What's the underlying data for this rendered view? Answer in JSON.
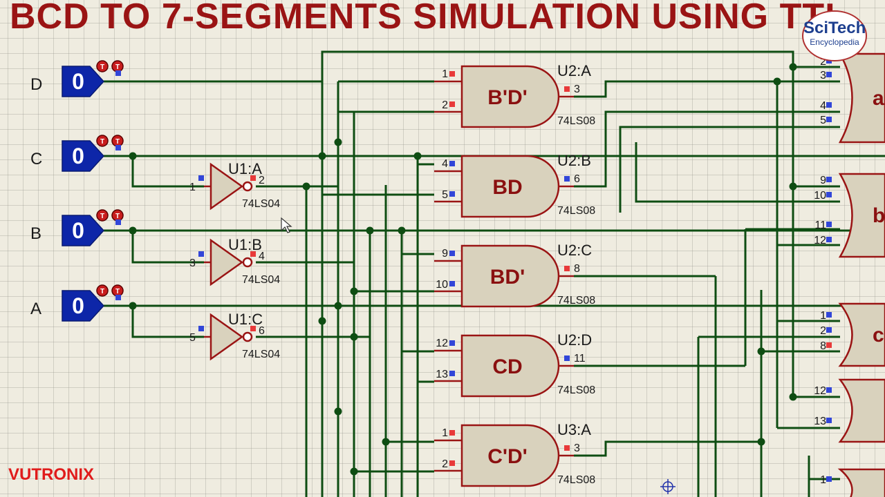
{
  "title": "BCD TO 7-SEGMENTS SIMULATION USING TTL",
  "logo": {
    "line1": "SciTech",
    "line2": "Encyclopedia"
  },
  "watermark": "VUTRONIX",
  "inputs": [
    {
      "name": "D",
      "value": "0"
    },
    {
      "name": "C",
      "value": "0"
    },
    {
      "name": "B",
      "value": "0"
    },
    {
      "name": "A",
      "value": "0"
    }
  ],
  "inverters": [
    {
      "ref": "U1:A",
      "part": "74LS04",
      "pin_in": "1",
      "pin_out": "2"
    },
    {
      "ref": "U1:B",
      "part": "74LS04",
      "pin_in": "3",
      "pin_out": "4"
    },
    {
      "ref": "U1:C",
      "part": "74LS04",
      "pin_in": "5",
      "pin_out": "6"
    }
  ],
  "and_gates": [
    {
      "ref": "U2:A",
      "part": "74LS08",
      "label": "B'D'",
      "pin_a": "1",
      "pin_b": "2",
      "pin_out": "3"
    },
    {
      "ref": "U2:B",
      "part": "74LS08",
      "label": "BD",
      "pin_a": "4",
      "pin_b": "5",
      "pin_out": "6"
    },
    {
      "ref": "U2:C",
      "part": "74LS08",
      "label": "BD'",
      "pin_a": "9",
      "pin_b": "10",
      "pin_out": "8"
    },
    {
      "ref": "U2:D",
      "part": "74LS08",
      "label": "CD",
      "pin_a": "12",
      "pin_b": "13",
      "pin_out": "11"
    },
    {
      "ref": "U3:A",
      "part": "74LS08",
      "label": "C'D'",
      "pin_a": "1",
      "pin_b": "2",
      "pin_out": "3"
    }
  ],
  "or_gates": [
    {
      "label": "a",
      "pins": [
        "2",
        "3",
        "4",
        "5"
      ]
    },
    {
      "label": "b",
      "pins": [
        "9",
        "10",
        "11",
        "12"
      ]
    },
    {
      "label": "c",
      "pins": [
        "1",
        "2",
        "8"
      ]
    },
    {
      "label": "",
      "pins": [
        "12",
        "13"
      ]
    },
    {
      "label": "",
      "pins": [
        "1"
      ]
    }
  ],
  "colors": {
    "wire": "#0e4d12",
    "gate_fill": "#d9d2bd",
    "gate_stroke": "#9a1414",
    "input_fill": "#0d26a8",
    "pin_red": "#e83a3a",
    "pin_blue": "#3246d8",
    "title": "#9a1414"
  }
}
